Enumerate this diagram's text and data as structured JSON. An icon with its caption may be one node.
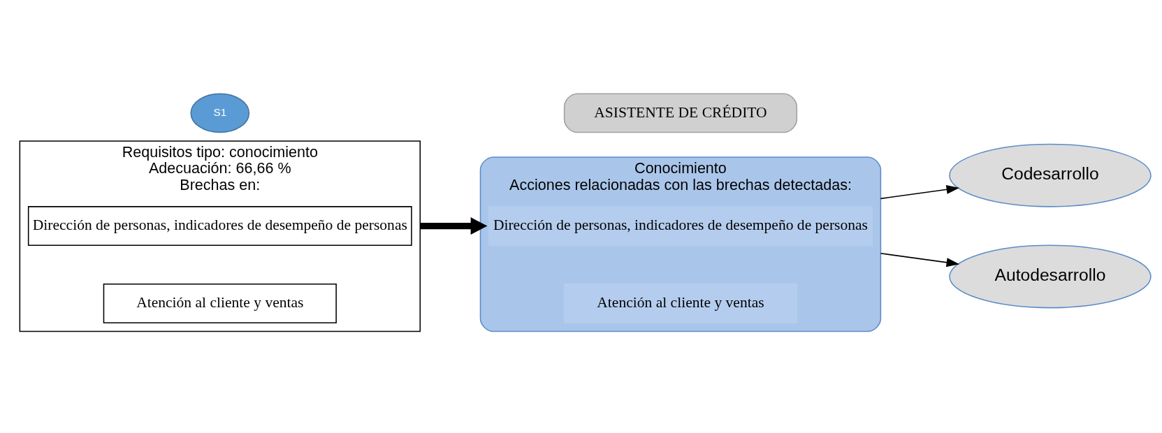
{
  "diagram": {
    "nodes": [
      {
        "text": [
          "Requisitos tipo: conocimiento",
          "Adecuación: 66,66 %",
          "Brechas en:"
        ]
      },
      {
        "text": [
          "S1"
        ]
      },
      {
        "text": [
          "ASISTENTE DE CRÉDITO"
        ]
      },
      {
        "text": [
          "Dirección de personas, indicadores de desempeño de personas"
        ],
        "in": 0
      },
      {
        "text": [
          "Atención al cliente y ventas"
        ],
        "in": 0
      },
      {
        "text": [
          "Conocimiento",
          "Acciones relacionadas con las brechas detectadas:"
        ]
      },
      {
        "text": [
          "Dirección de personas, indicadores de desempeño de personas"
        ],
        "in": 5
      },
      {
        "text": [
          "Atención al cliente y ventas"
        ],
        "in": 5
      },
      {
        "text": [
          "Codesarrollo"
        ]
      },
      {
        "text": [
          "Autodesarrollo"
        ]
      }
    ],
    "edges": [
      {
        "from": 0,
        "to": 5,
        "arrow": "to",
        "style": "thick"
      },
      {
        "from": 5,
        "to": 8,
        "arrow": "to"
      },
      {
        "from": 5,
        "to": 9,
        "arrow": "to"
      }
    ]
  }
}
